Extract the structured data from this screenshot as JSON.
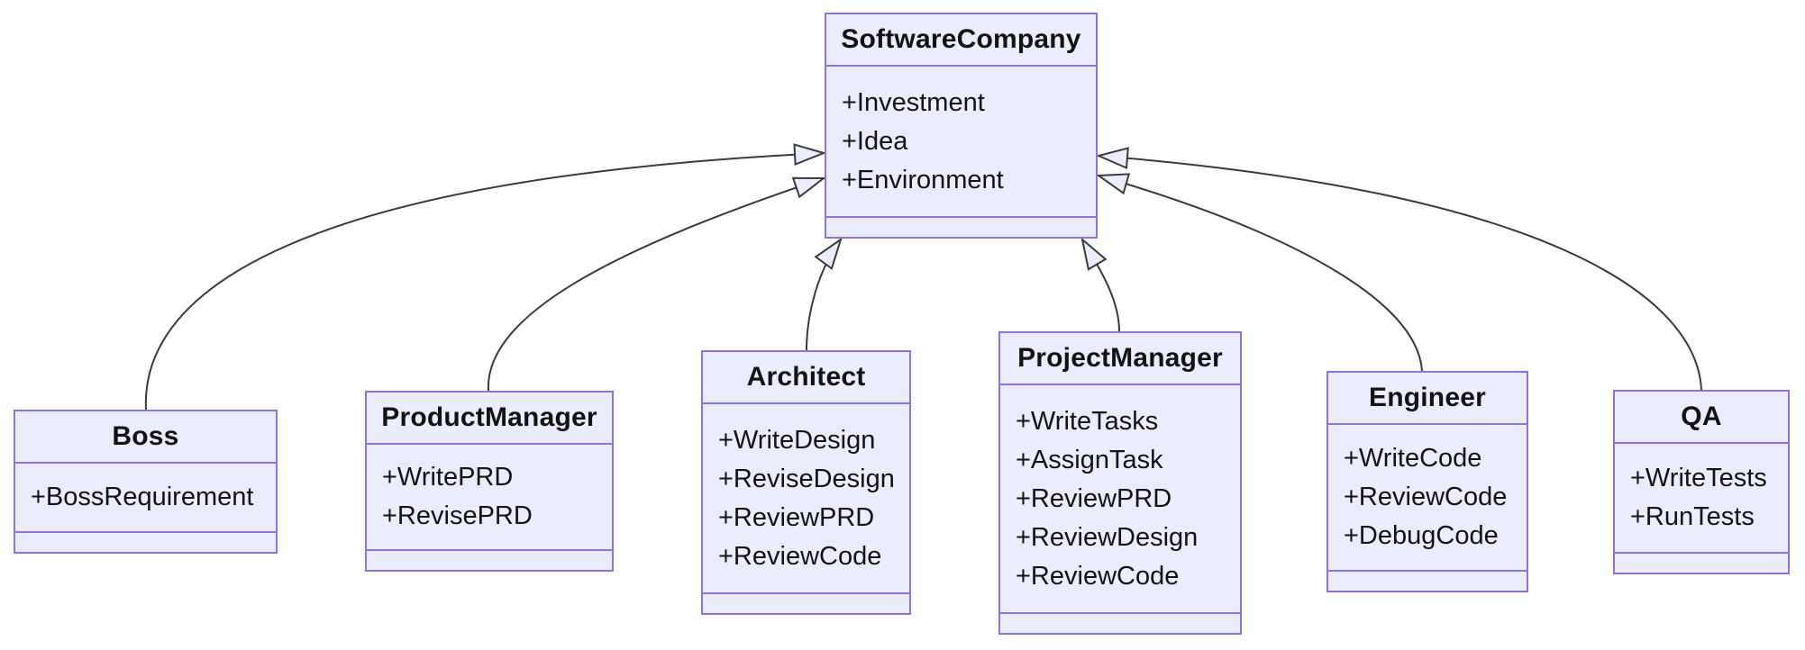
{
  "diagram": {
    "type": "uml-class-diagram",
    "relationship_type": "inheritance",
    "colors": {
      "background": "#ffffff",
      "node_fill": "#ECECFF",
      "node_border": "#9370DB",
      "edge": "#3a3a3a",
      "text": "#131313"
    },
    "classes": [
      {
        "id": "software-company",
        "name": "SoftwareCompany",
        "members": [
          "+Investment",
          "+Idea",
          "+Environment"
        ]
      },
      {
        "id": "boss",
        "name": "Boss",
        "members": [
          "+BossRequirement"
        ]
      },
      {
        "id": "product-manager",
        "name": "ProductManager",
        "members": [
          "+WritePRD",
          "+RevisePRD"
        ]
      },
      {
        "id": "architect",
        "name": "Architect",
        "members": [
          "+WriteDesign",
          "+ReviseDesign",
          "+ReviewPRD",
          "+ReviewCode"
        ]
      },
      {
        "id": "project-manager",
        "name": "ProjectManager",
        "members": [
          "+WriteTasks",
          "+AssignTask",
          "+ReviewPRD",
          "+ReviewDesign",
          "+ReviewCode"
        ]
      },
      {
        "id": "engineer",
        "name": "Engineer",
        "members": [
          "+WriteCode",
          "+ReviewCode",
          "+DebugCode"
        ]
      },
      {
        "id": "qa",
        "name": "QA",
        "members": [
          "+WriteTests",
          "+RunTests"
        ]
      }
    ],
    "edges": [
      {
        "from": "Boss",
        "to": "SoftwareCompany",
        "type": "inheritance"
      },
      {
        "from": "ProductManager",
        "to": "SoftwareCompany",
        "type": "inheritance"
      },
      {
        "from": "Architect",
        "to": "SoftwareCompany",
        "type": "inheritance"
      },
      {
        "from": "ProjectManager",
        "to": "SoftwareCompany",
        "type": "inheritance"
      },
      {
        "from": "Engineer",
        "to": "SoftwareCompany",
        "type": "inheritance"
      },
      {
        "from": "QA",
        "to": "SoftwareCompany",
        "type": "inheritance"
      }
    ]
  }
}
